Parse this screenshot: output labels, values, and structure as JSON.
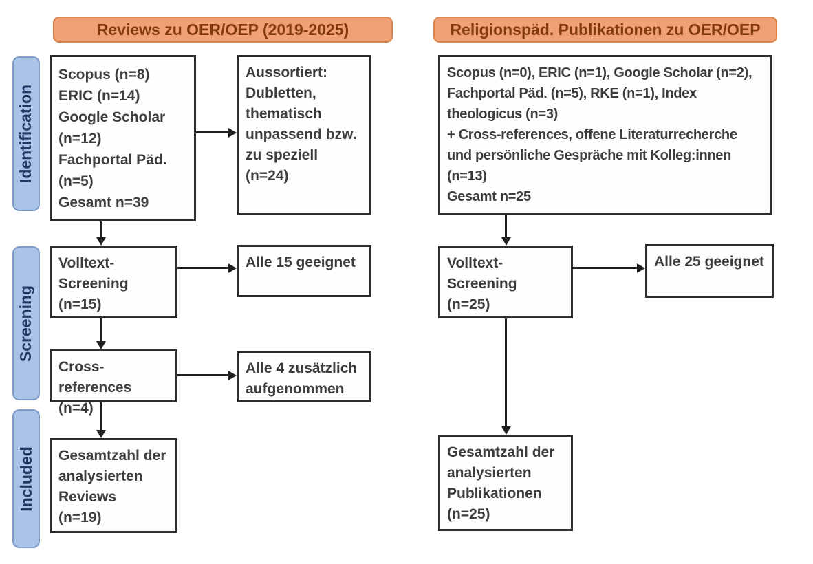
{
  "headers": {
    "left": "Reviews zu OER/OEP (2019-2025)",
    "right": "Religionspäd. Publikationen zu OER/OEP"
  },
  "sidebar": {
    "identification": "Identification",
    "screening": "Screening",
    "included": "Included"
  },
  "left_flow": {
    "sources": "Scopus (n=8)\nERIC (n=14)\nGoogle Scholar\n(n=12)\nFachportal Päd.\n(n=5)\nGesamt n=39",
    "excluded": "Aussortiert:\nDubletten,\nthematisch\nunpassend bzw.\nzu speziell\n(n=24)",
    "fulltext_screening": "Volltext-\nScreening\n(n=15)",
    "fulltext_result": "Alle 15 geeignet",
    "cross_references": "Cross-references\n(n=4)",
    "cross_references_result": "Alle 4 zusätzlich\naufgenommen",
    "included_total": "Gesamtzahl der\nanalysierten\nReviews\n(n=19)"
  },
  "right_flow": {
    "sources": "Scopus (n=0), ERIC (n=1), Google Scholar (n=2),\nFachportal Päd. (n=5), RKE (n=1), Index\ntheologicus (n=3)\n+ Cross-references, offene Literaturrecherche\nund persönliche Gespräche mit Kolleg:innen\n(n=13)\nGesamt n=25",
    "fulltext_screening": "Volltext-\nScreening\n(n=25)",
    "fulltext_result": "Alle 25 geeignet",
    "included_total": "Gesamtzahl der\nanalysierten\nPublikationen\n(n=25)"
  },
  "colors": {
    "header_fill": "#F0A276",
    "header_border": "#D98348",
    "header_text": "#823B0B",
    "stage_fill": "#A9C4E6",
    "stage_border": "#7E9CC9",
    "stage_text": "#203864",
    "box_border": "#2D2D2D",
    "box_text": "#3D3D3D",
    "arrow": "#1F1F1F"
  }
}
